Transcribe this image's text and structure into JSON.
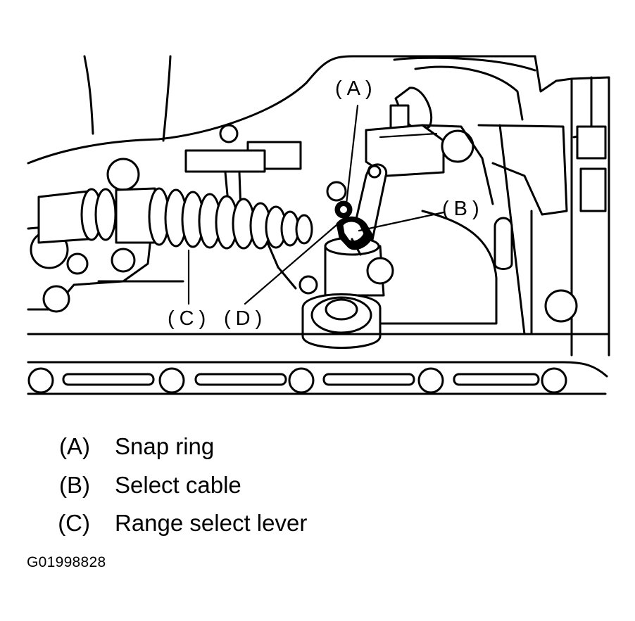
{
  "diagram": {
    "callouts": [
      {
        "key": "a",
        "label": "(A)"
      },
      {
        "key": "b",
        "label": "(B)"
      },
      {
        "key": "c",
        "label": "(C)"
      },
      {
        "key": "d",
        "label": "(D)"
      }
    ]
  },
  "legend": [
    {
      "key": "(A)",
      "description": "Snap ring"
    },
    {
      "key": "(B)",
      "description": "Select cable"
    },
    {
      "key": "(C)",
      "description": "Range select lever"
    }
  ],
  "figure_id": "G01998828"
}
